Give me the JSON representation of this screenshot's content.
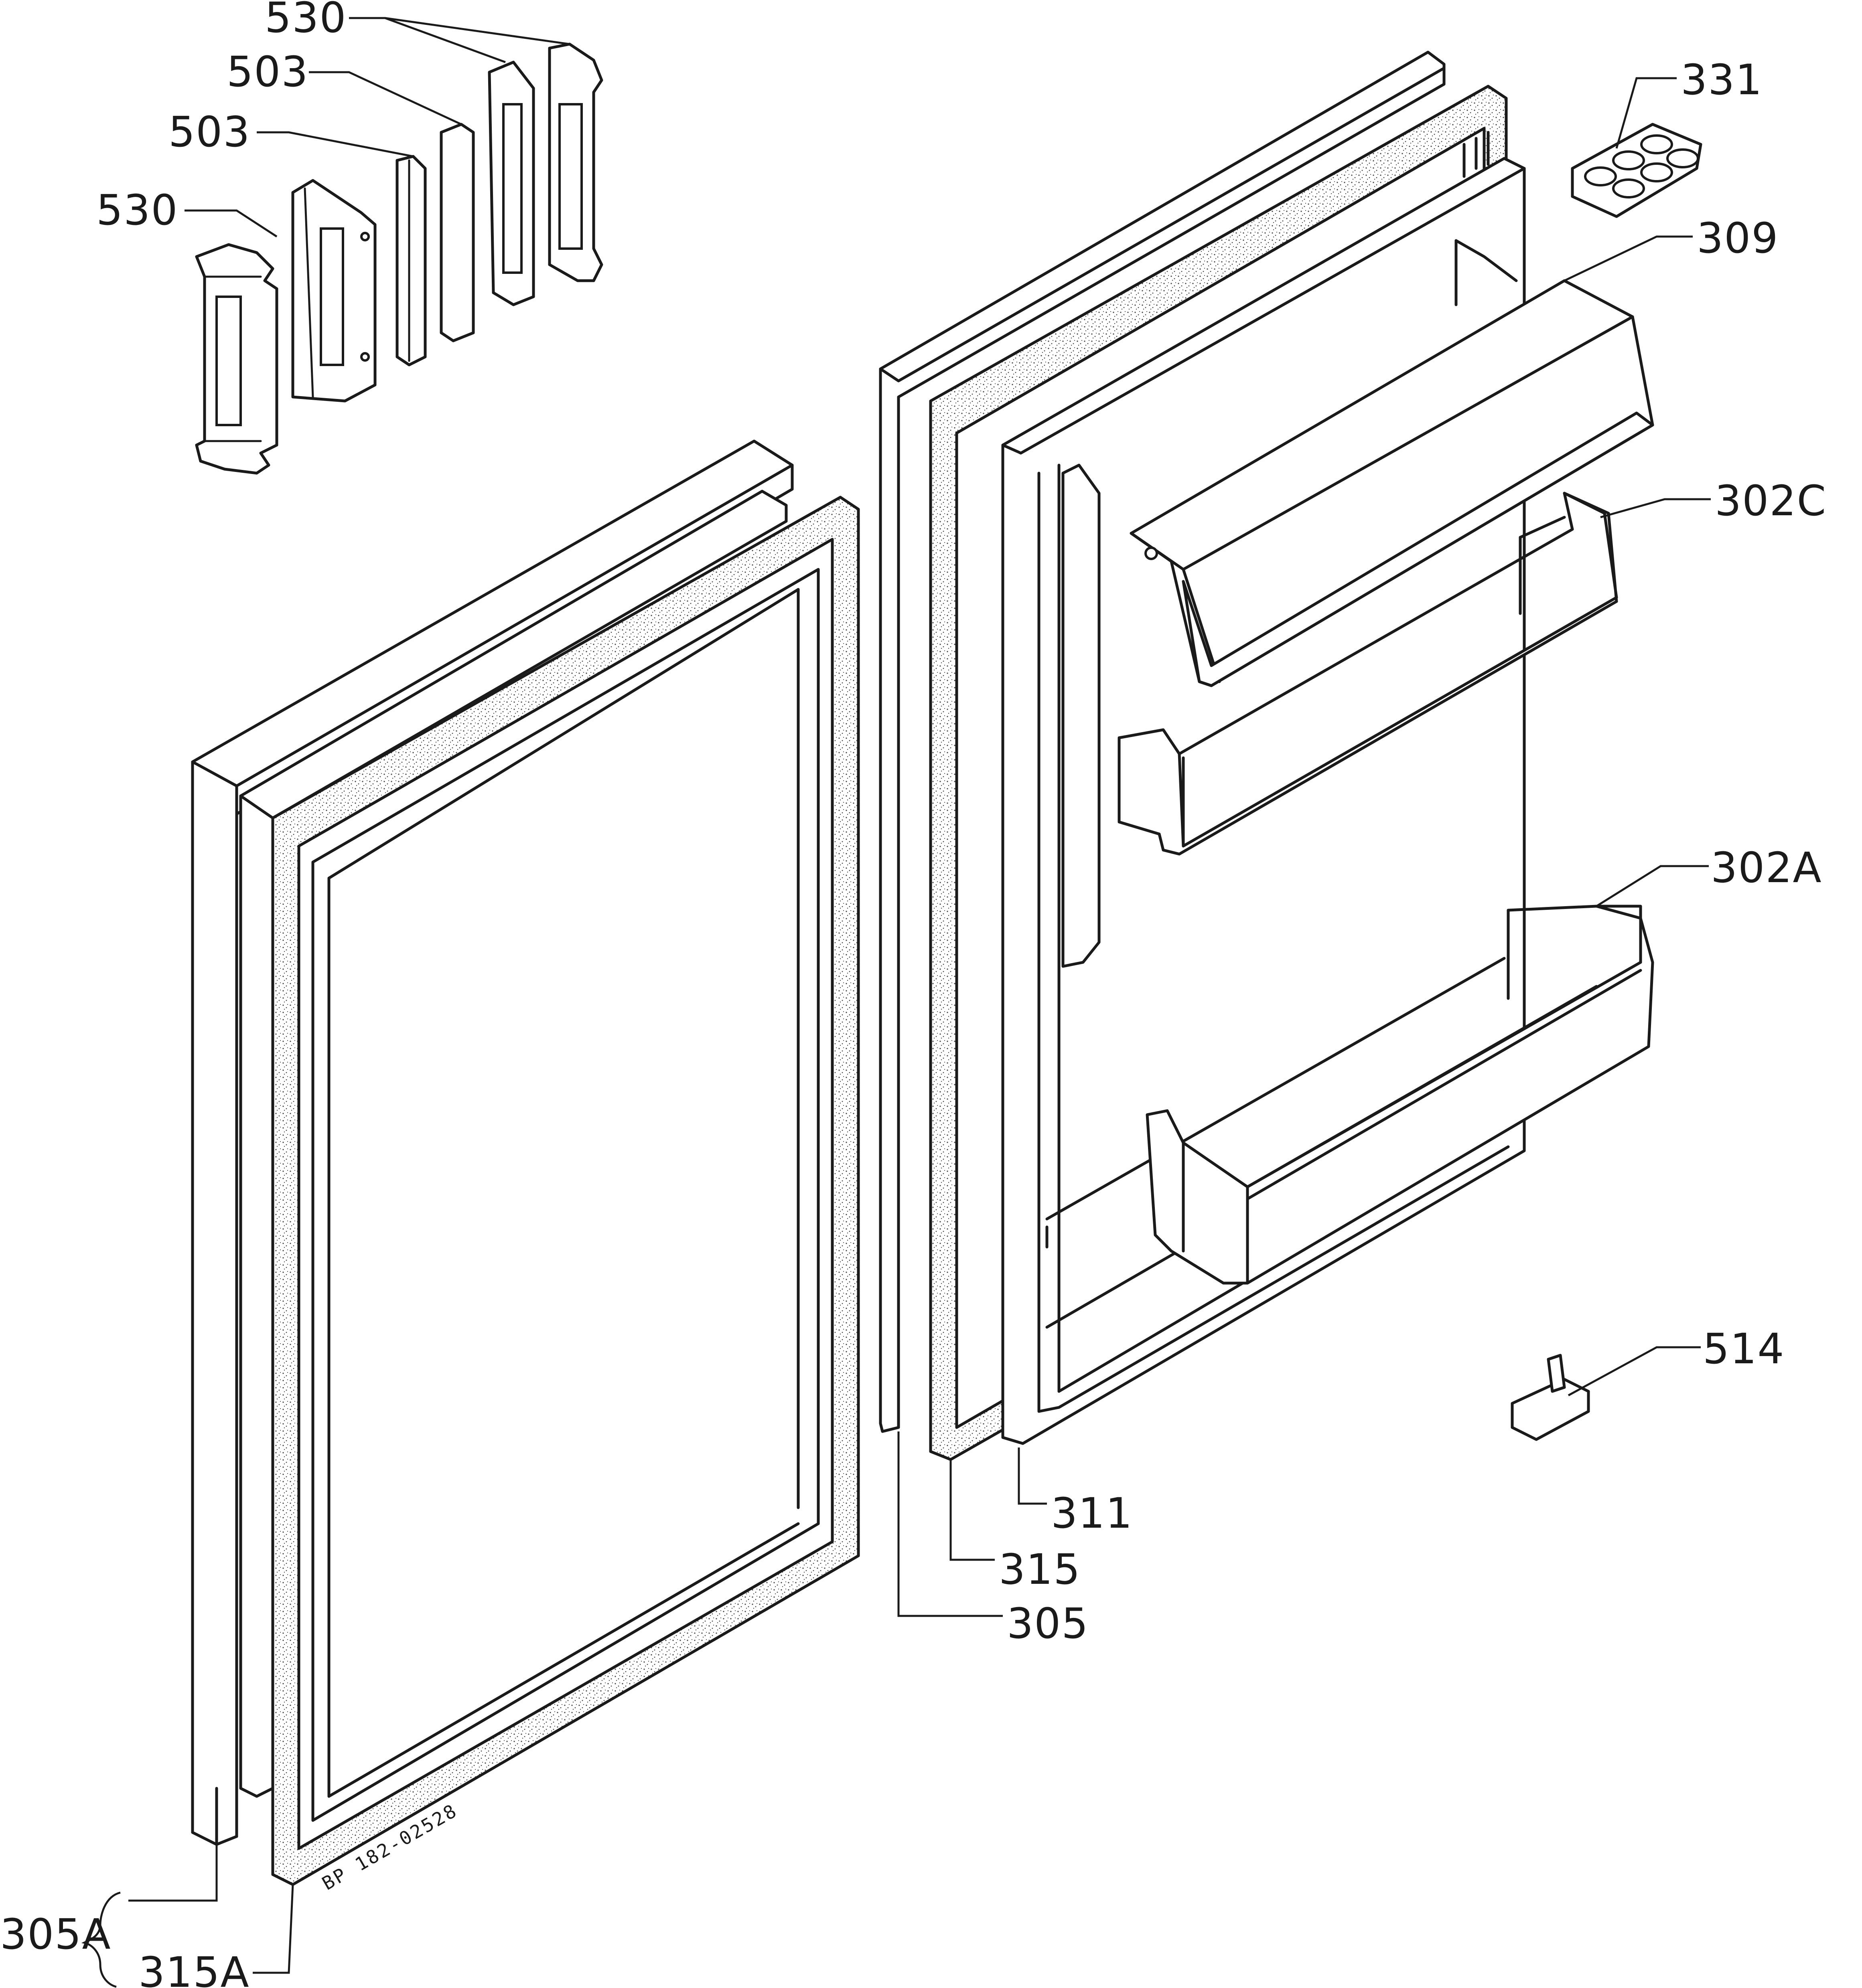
{
  "diagram": {
    "drawing_code": "BP 182-02528",
    "colors": {
      "ink": "#1a1a1a",
      "background": "#ffffff"
    },
    "labels": {
      "p530_top": "530",
      "p503_top": "503",
      "p503_mid": "503",
      "p530_left": "530",
      "p331": "331",
      "p309": "309",
      "p302C": "302C",
      "p302A": "302A",
      "p514": "514",
      "p311": "311",
      "p315": "315",
      "p305": "305",
      "p305A": "305A",
      "p315A": "315A"
    }
  }
}
